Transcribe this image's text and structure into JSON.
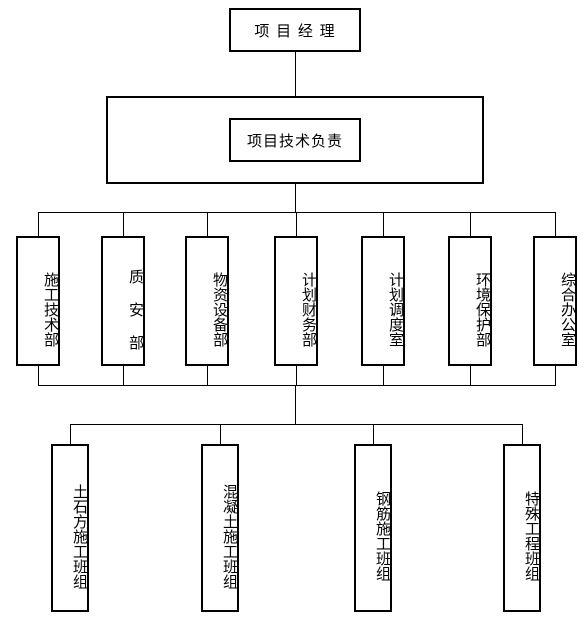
{
  "manager": "项 目 经 理",
  "technical": "项目技术负责",
  "departments": [
    "施工技术部",
    "质 安 部",
    "物资设备部",
    "计划财务部",
    "计划调度室",
    "环境保护部",
    "综合办公室"
  ],
  "teams": [
    "土石方施工班组",
    "混凝土施工班组",
    "钢筋施工班组",
    "特殊工程班组"
  ]
}
